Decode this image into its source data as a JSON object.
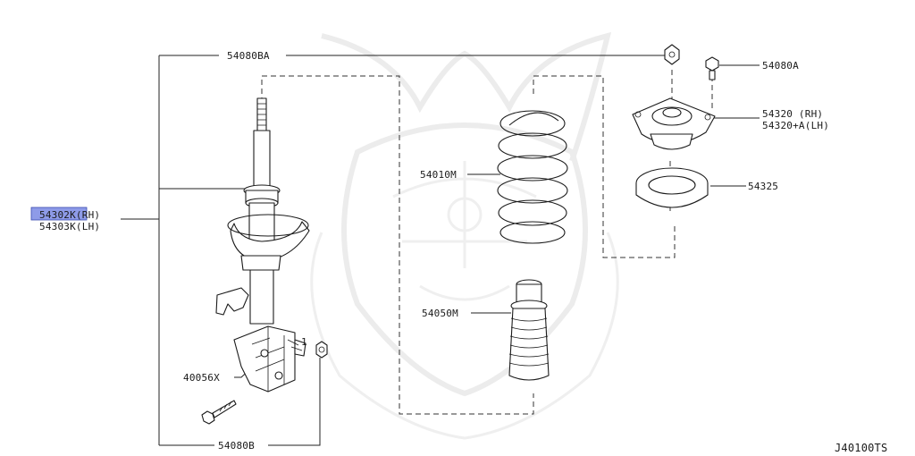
{
  "diagram": {
    "ref_code": "J40100TS",
    "highlight_color": "#8e9be8",
    "parts": {
      "strut_rh": "54302K(RH)",
      "strut_lh": "54303K(LH)",
      "mount_kit_a": "54080BA",
      "mount_kit_b": "54080B",
      "bolt_mount": "54080A",
      "mount_insulator_rh": "54320 (RH)",
      "mount_insulator_lh": "54320+A(LH)",
      "bearing": "54325",
      "coil_spring": "54010M",
      "bound_bumper": "54050M",
      "bolt": "40056X",
      "marker_1": "1"
    }
  }
}
